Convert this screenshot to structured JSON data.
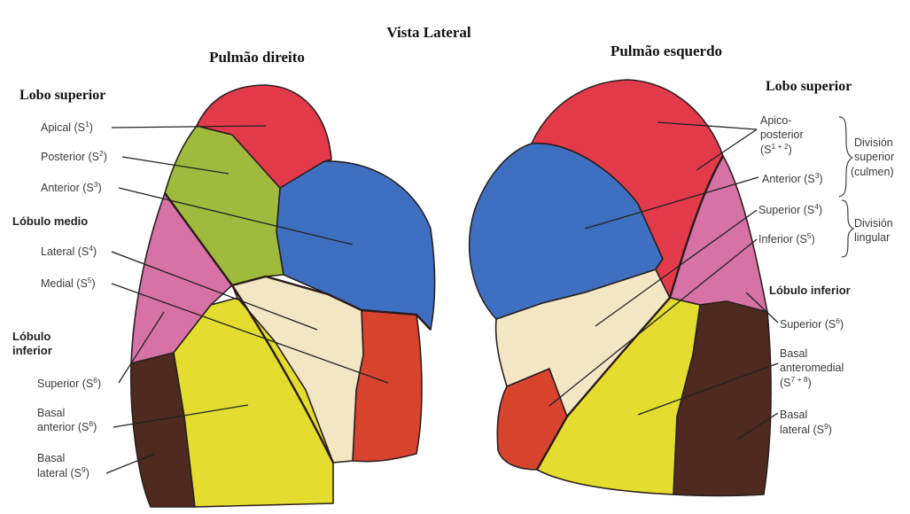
{
  "title": "Vista Lateral",
  "right_lung": {
    "title": "Pulmão direito",
    "upper_lobe": "Lobo superior",
    "middle_lobe": "Lóbulo medio",
    "lower_lobe_line1": "Lóbulo",
    "lower_lobe_line2": "inferior",
    "labels": {
      "apical": {
        "text": "Apical (S",
        "sup": "1",
        "close": ")"
      },
      "posterior": {
        "text": "Posterior (S",
        "sup": "2",
        "close": ")"
      },
      "anterior": {
        "text": "Anterior (S",
        "sup": "3",
        "close": ")"
      },
      "lateral": {
        "text": "Lateral (S",
        "sup": "4",
        "close": ")"
      },
      "medial": {
        "text": "Medial (S",
        "sup": "5",
        "close": ")"
      },
      "superior": {
        "text": "Superior (S",
        "sup": "6",
        "close": ")"
      },
      "basal_anterior_1": "Basal",
      "basal_anterior_2": {
        "text": "anterior (S",
        "sup": "8",
        "close": ")"
      },
      "basal_lateral_1": "Basal",
      "basal_lateral_2": {
        "text": "lateral (S",
        "sup": "9",
        "close": ")"
      }
    }
  },
  "left_lung": {
    "title": "Pulmão esquerdo",
    "upper_lobe": "Lobo superior",
    "lower_lobe": "Lóbulo inferior",
    "labels": {
      "apicoposterior_1": "Apico-",
      "apicoposterior_2": "posterior",
      "apicoposterior_3": {
        "text": "(S",
        "sup": "1 + 2",
        "close": ")"
      },
      "anterior": {
        "text": "Anterior (S",
        "sup": "3",
        "close": ")"
      },
      "superior_ling": {
        "text": "Superior (S",
        "sup": "4",
        "close": ")"
      },
      "inferior_ling": {
        "text": "Inferior (S",
        "sup": "5",
        "close": ")"
      },
      "superior": {
        "text": "Superior (S",
        "sup": "6",
        "close": ")"
      },
      "basal_am_1": "Basal",
      "basal_am_2": "anteromedial",
      "basal_am_3": {
        "text": "(S",
        "sup": "7 + 8",
        "close": ")"
      },
      "basal_lat_1": "Basal",
      "basal_lat_2": {
        "text": "lateral (S",
        "sup": "9",
        "close": ")"
      }
    },
    "division_superior": [
      "División",
      "superior",
      "(culmen)"
    ],
    "division_lingular": [
      "División",
      "lingular"
    ]
  },
  "colors": {
    "apical_red": "#e23a4a",
    "posterior_green": "#9fba3c",
    "anterior_blue": "#3f6fc0",
    "lateral_cream": "#f3e6c4",
    "medial_red": "#d8432e",
    "superior_pink": "#d672a6",
    "basal_yellow": "#e4dc2e",
    "basal_brown": "#4e2a20"
  }
}
